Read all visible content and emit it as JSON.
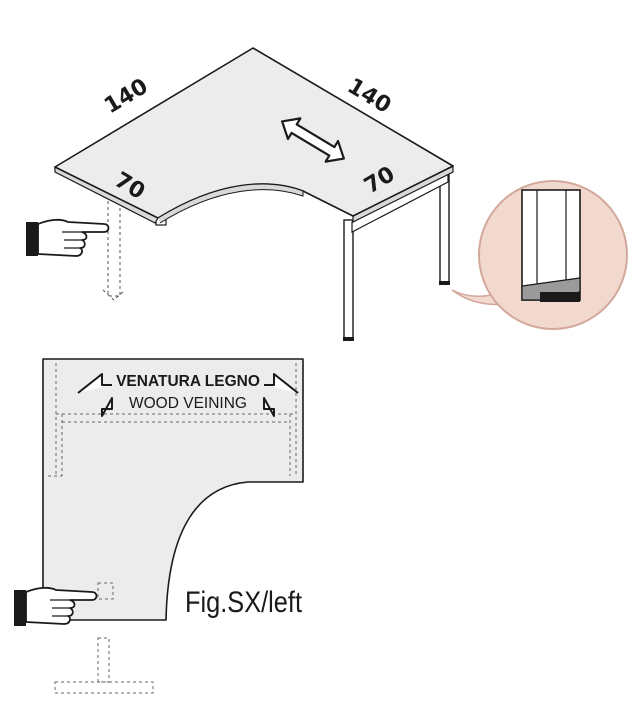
{
  "dimensions": {
    "top_left": "140",
    "top_right": "140",
    "depth_left": "70",
    "depth_right": "70"
  },
  "veining": {
    "italian": "VENATURA LEGNO",
    "english": "WOOD VEINING"
  },
  "figure_label": "Fig.SX/left",
  "icons": {
    "pointing_hand_top": "pointing-hand-icon",
    "pointing_hand_bottom": "pointing-hand-icon",
    "double_arrow": "double-arrow-icon"
  },
  "colors": {
    "desk_top": "#ececec",
    "line": "#1a1a1a",
    "detail_circle": "#f2d9d0",
    "detail_circle_stroke": "#d3a89b"
  }
}
